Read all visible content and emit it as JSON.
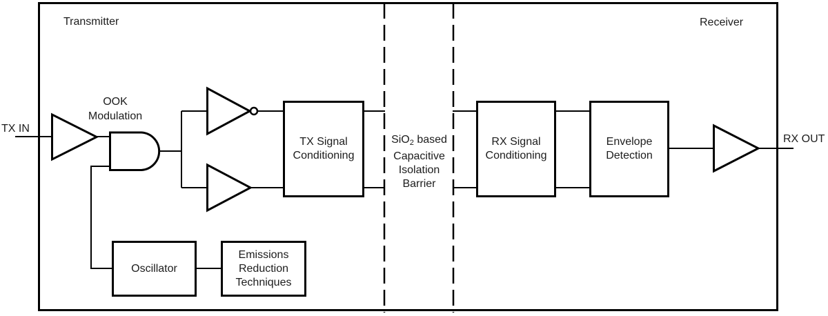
{
  "labels": {
    "transmitter": "Transmitter",
    "receiver": "Receiver",
    "tx_in": "TX IN",
    "rx_out": "RX OUT",
    "ook_modulation": "OOK\nModulation"
  },
  "blocks": {
    "tx_signal_conditioning": "TX Signal\nConditioning",
    "rx_signal_conditioning": "RX Signal\nConditioning",
    "envelope_detection": "Envelope\nDetection",
    "oscillator": "Oscillator",
    "emissions_reduction": "Emissions\nReduction\nTechniques"
  },
  "barrier": {
    "formula_base": "SiO",
    "formula_subscript": "2",
    "formula_rest": " based",
    "lines": "Capacitive\nIsolation\nBarrier"
  },
  "colors": {
    "line": "#000000",
    "text": "#1c1c1c",
    "background": "#ffffff"
  }
}
